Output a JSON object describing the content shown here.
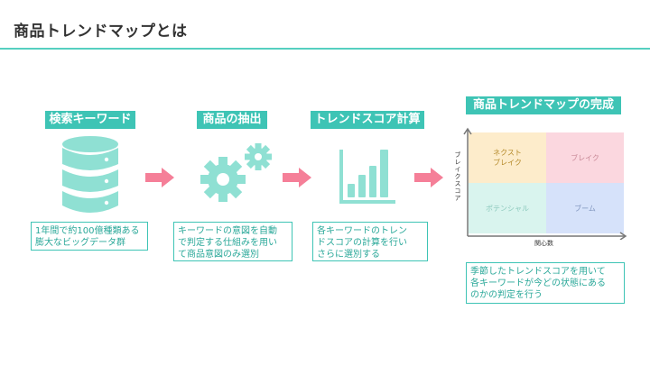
{
  "page": {
    "title": "商品トレンドマップとは"
  },
  "steps": [
    {
      "label": "検索キーワード",
      "description": "1年間で約100億種類ある\n膨大なビッグデータ群",
      "icon": "database-icon"
    },
    {
      "label": "商品の抽出",
      "description": "キーワードの意図を自動\nで判定する仕組みを用い\nて商品意図のみ選別",
      "icon": "gears-icon"
    },
    {
      "label": "トレンドスコア計算",
      "description": "各キーワードのトレン\nドスコアの計算を行い\nさらに選別する",
      "icon": "bar-chart-icon"
    }
  ],
  "result": {
    "label": "商品トレンドマップの完成",
    "description": "季節したトレンドスコアを用いて\n各キーワードが今どの状態にある\nのかの判定を行う",
    "matrix": {
      "y_axis_label": "ブレイクスコア",
      "x_axis_label": "関心数",
      "quadrants": {
        "top_left": "ネクスト\nブレイク",
        "top_right": "ブレイク",
        "bottom_left": "ポテンシャル",
        "bottom_right": "ブーム"
      }
    }
  },
  "colors": {
    "accent": "#3ec4b5",
    "icon_fill": "#8fe0d3",
    "arrow": "#f57f98",
    "quadrant_next_break": "#fdeccb",
    "quadrant_break": "#fbd7df",
    "quadrant_potential": "#d9f4ee",
    "quadrant_boom": "#d6e2fa"
  }
}
